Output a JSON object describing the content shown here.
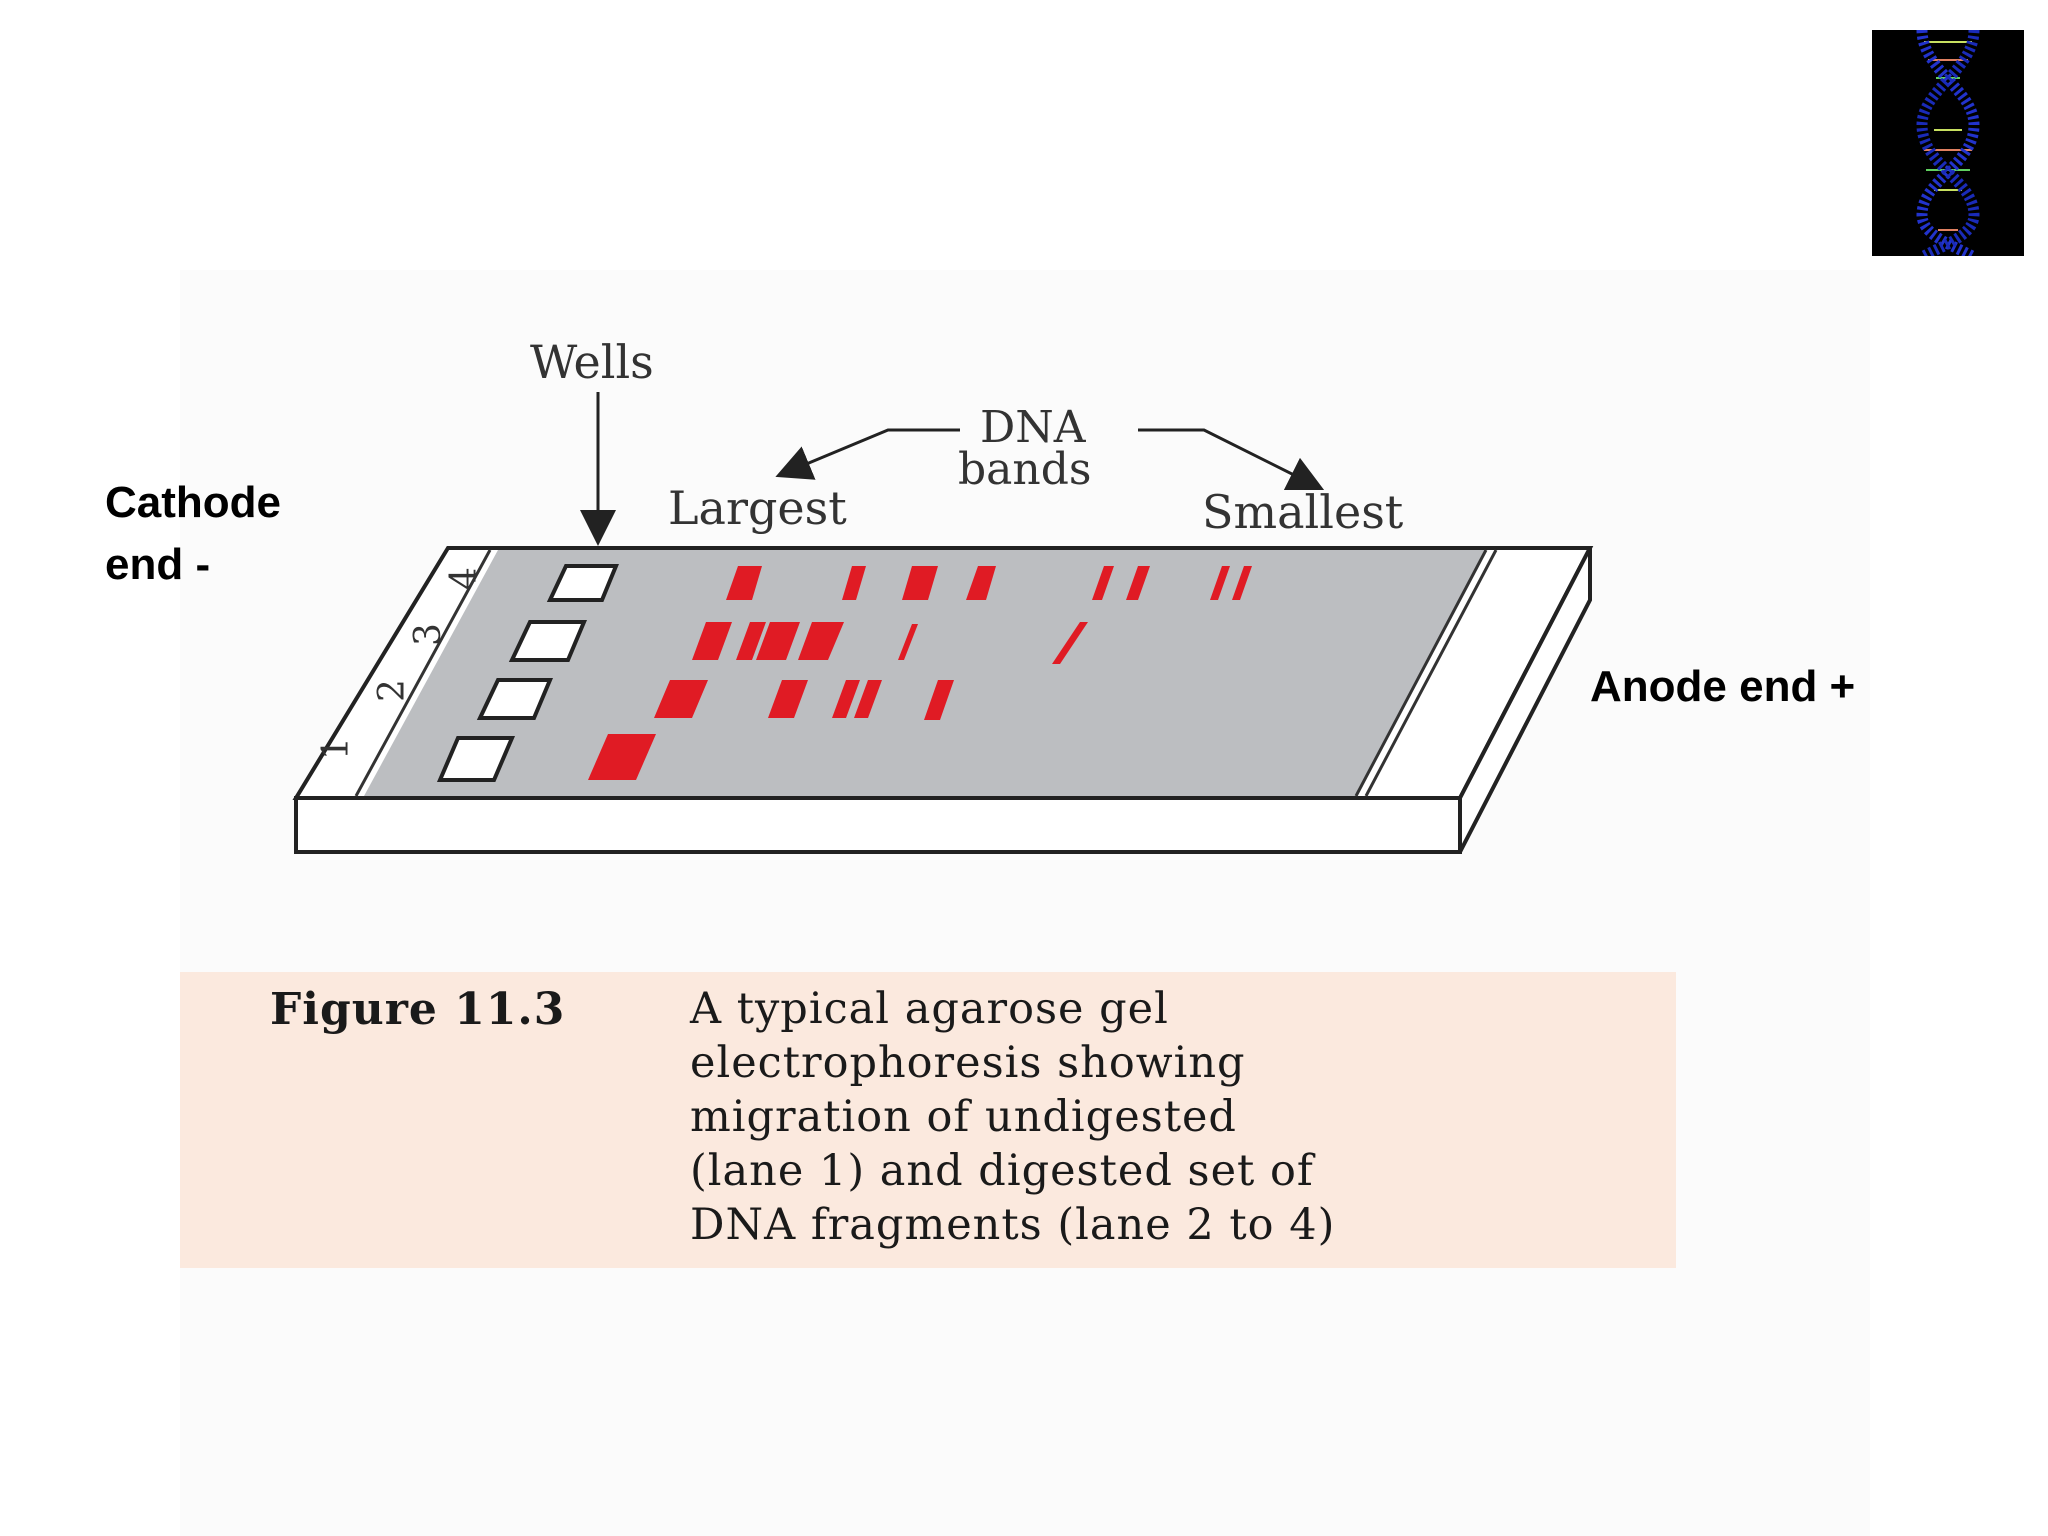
{
  "labels": {
    "cathode_line1": "Cathode",
    "cathode_line2": "end -",
    "anode": "Anode end +"
  },
  "diagram": {
    "wells_label": "Wells",
    "dna_label_line1": "DNA",
    "dna_label_line2": "bands",
    "largest_label": "Largest",
    "smallest_label": "Smallest",
    "lane_numbers": [
      "1",
      "2",
      "3",
      "4"
    ]
  },
  "caption": {
    "figure_label": "Figure 11.3",
    "lines": [
      "A typical agarose gel",
      "electrophoresis showing",
      "migration of undigested",
      "(lane 1) and digested set of",
      "DNA fragments (lane 2 to 4)"
    ]
  },
  "colors": {
    "gel": "#bcbec1",
    "band": "#e01b24",
    "caption_bg": "#fbe9de",
    "dna_logo_bg": "#000000",
    "dna_strand": "#2233cc"
  },
  "icons": {
    "corner_image": "dna-double-helix-icon"
  }
}
